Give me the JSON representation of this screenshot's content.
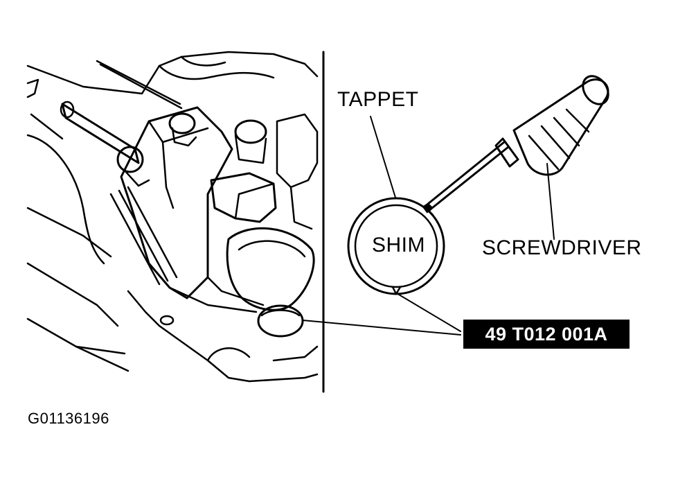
{
  "labels": {
    "tappet": "TAPPET",
    "shim": "SHIM",
    "screwdriver": "SCREWDRIVER",
    "tool_number": "49 T012 001A"
  },
  "figure_id": "G01136196",
  "colors": {
    "ink": "#000000",
    "paper": "#ffffff",
    "badge_bg": "#000000",
    "badge_text": "#ffffff"
  }
}
